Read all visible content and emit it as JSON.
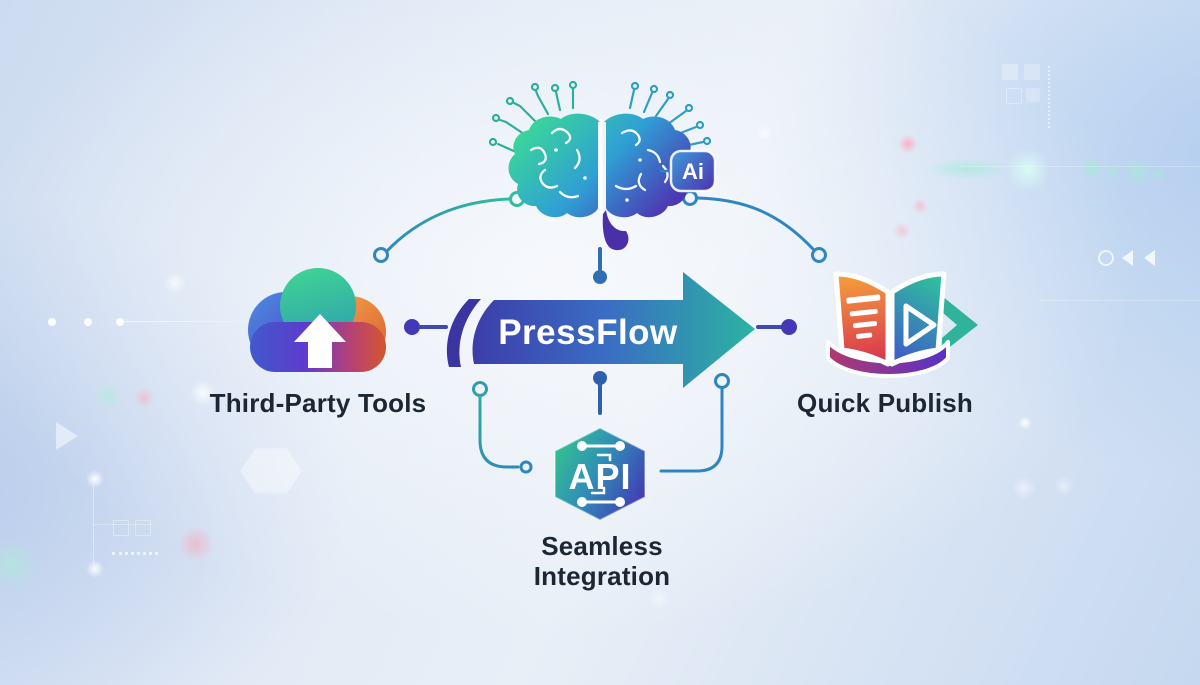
{
  "arrow": {
    "label": "PressFlow"
  },
  "nodes": {
    "ai": {
      "icon": "ai-brain-circuit-icon",
      "badge": "Ai"
    },
    "third_party": {
      "icon": "cloud-upload-icon",
      "label": "Third-Party Tools"
    },
    "quick_publish": {
      "icon": "open-book-play-icon",
      "label": "Quick Publish"
    },
    "api": {
      "icon": "api-hexagon-icon",
      "badge": "API",
      "caption": "Seamless Integration"
    }
  },
  "colors": {
    "arrow_gradient": [
      "#3d35a5",
      "#3a6ec3",
      "#2bb3a1"
    ],
    "connector_blue": "#2f86c0",
    "connector_teal": "#2fae9b",
    "node_dot_indigo": "#4438b8",
    "label_text": "#1c2733",
    "background_light": "#e9eff7",
    "background_edge": "#c5d8f0"
  }
}
